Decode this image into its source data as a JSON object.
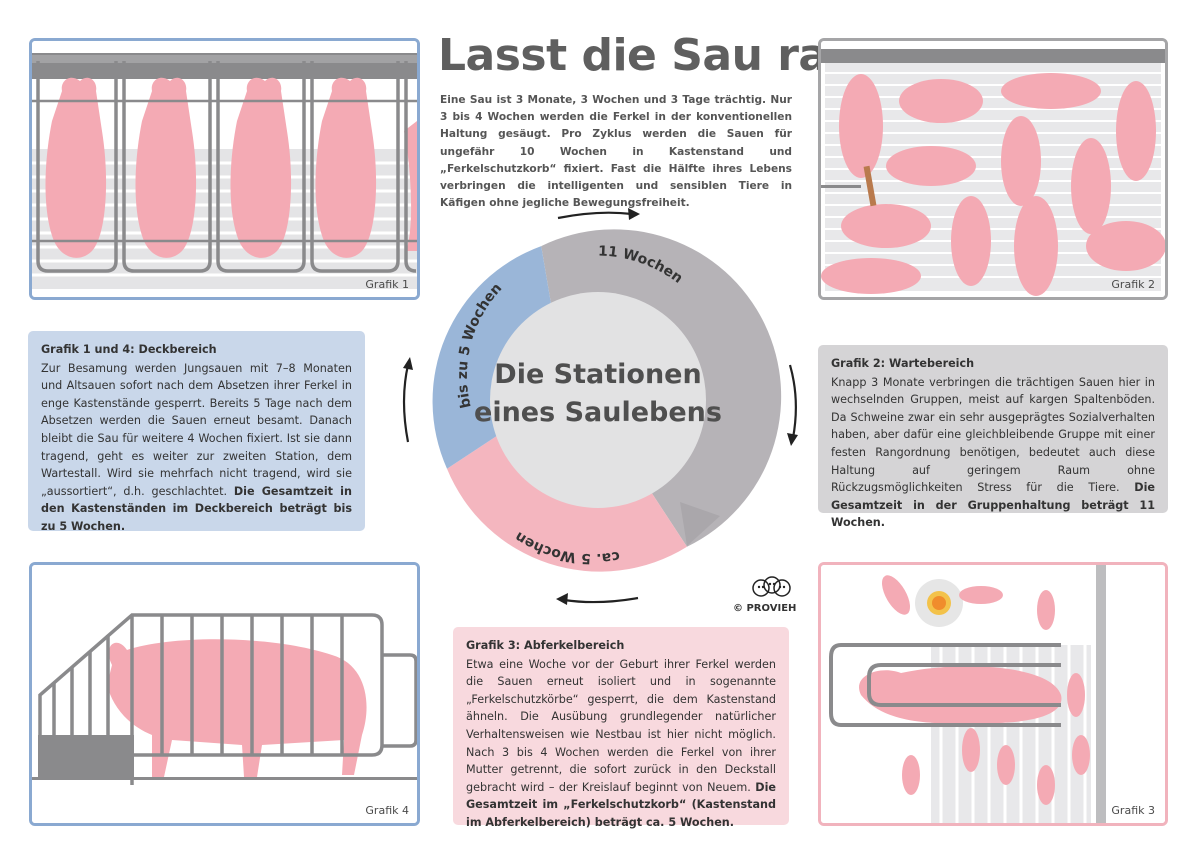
{
  "title": "Lasst die Sau raus!",
  "intro": "Eine Sau ist 3 Monate, 3 Wochen und 3 Tage trächtig. Nur 3 bis 4 Wochen werden die Ferkel in der konventionellen Haltung gesäugt. Pro Zyklus werden die Sauen für ungefähr 10 Wochen in Kastenstand und „Ferkelschutzkorb“ fixiert. Fast die Hälfte ihres Lebens verbringen die intelligenten und sensiblen Tiere in Käfigen ohne jegliche Bewegungsfreiheit.",
  "cycle": {
    "center_line1": "Die Stationen",
    "center_line2": "eines Saulebens",
    "segments": [
      {
        "label": "11 Wochen",
        "color": "#b6b3b7",
        "weeks": 11
      },
      {
        "label": "ca. 5 Wochen",
        "color": "#f4b6bf",
        "weeks": 5
      },
      {
        "label": "bis zu 5 Wochen",
        "color": "#9ab6d8",
        "weeks": 5
      }
    ]
  },
  "grafik_labels": {
    "g1": "Grafik 1",
    "g2": "Grafik 2",
    "g3": "Grafik 3",
    "g4": "Grafik 4"
  },
  "box_deckbereich": {
    "title": "Grafik 1 und 4: Deckbereich",
    "body": "Zur Besamung werden Jungsauen mit 7–8 Monaten und Altsauen sofort nach dem Absetzen ihrer Ferkel in enge Kastenstände gesperrt. Bereits 5 Tage nach dem Absetzen werden die Sauen erneut besamt. Danach bleibt die Sau für weitere 4 Wochen fixiert. Ist sie dann tragend, geht es weiter zur zweiten Station, dem Wartestall. Wird sie mehrfach nicht tragend, wird sie „aussortiert“, d.h. geschlachtet.",
    "bold": "Die Gesamtzeit in den Kastenständen im Deckbereich beträgt bis zu 5 Wochen.",
    "color": "#c9d7ea"
  },
  "box_wartebereich": {
    "title": "Grafik 2: Wartebereich",
    "body": "Knapp 3 Monate verbringen die trächtigen Sauen hier in wechselnden Gruppen, meist auf kargen Spaltenböden. Da Schweine zwar ein sehr ausgeprägtes Sozialverhalten haben, aber dafür eine gleichbleibende Gruppe mit einer festen Rangordnung benötigen, bedeutet auch diese Haltung auf geringem Raum ohne Rückzugsmöglichkeiten Stress für die Tiere.",
    "bold": "Die Gesamtzeit in der Gruppenhaltung beträgt 11 Wochen.",
    "color": "#d5d4d6"
  },
  "box_abferkelbereich": {
    "title": "Grafik 3: Abferkelbereich",
    "body": "Etwa eine Woche vor der Geburt ihrer Ferkel werden die Sauen erneut isoliert und in sogenannte „Ferkelschutzkörbe“ gesperrt, die dem Kastenstand ähneln. Die Ausübung grundlegender natürlicher Verhaltensweisen wie Nestbau ist hier nicht möglich. Nach 3 bis 4 Wochen werden die Ferkel von ihrer Mutter getrennt, die sofort zurück in den Deckstall gebracht wird – der Kreislauf beginnt von Neuem.",
    "bold": "Die Gesamtzeit im „Ferkelschutzkorb“ (Kastenstand im Abferkelbereich) beträgt ca. 5 Wochen.",
    "color": "#f8d9de"
  },
  "copyright": "© PROVIEH",
  "colors": {
    "pig": "#f4aab4",
    "bar": "#8a8a8c",
    "floor": "#e4e4e6",
    "blue_border": "#8aa9d1",
    "gray_border": "#a5a5a7",
    "pink_border": "#f1b3bd"
  }
}
